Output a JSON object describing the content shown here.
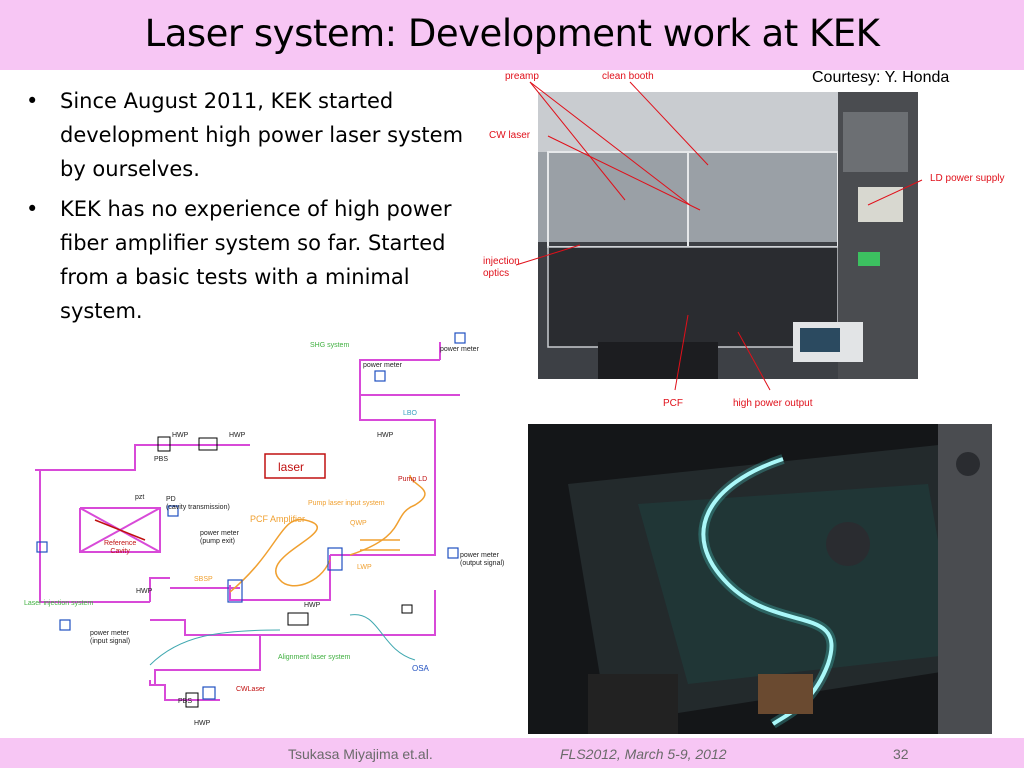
{
  "header": {
    "title": "Laser system: Development work at KEK"
  },
  "bullets": [
    "Since August 2011, KEK started development high power laser system by ourselves.",
    "KEK has no experience of high power fiber amplifier system so far. Started from a basic tests with a minimal system."
  ],
  "courtesy": "Courtesy: Y. Honda",
  "photo_callouts": {
    "preamp": "preamp",
    "clean_booth": "clean booth",
    "cw_laser": "CW laser",
    "ld_power_supply": "LD power supply",
    "injection_optics": "injection\noptics",
    "pcf": "PCF",
    "high_power_output": "high power output"
  },
  "diagram_labels": {
    "shg_system": "SHG system",
    "power_meter_1": "power meter",
    "power_meter_2": "power meter",
    "lbo": "LBO",
    "hwp_1": "HWP",
    "hwp_2": "HWP",
    "hwp_3": "HWP",
    "hwp_4": "HWP",
    "hwp_5": "HWP",
    "hwp_6": "HWP",
    "pbs_1": "PBS",
    "pbs_2": "PBS",
    "laser": "laser",
    "pump_ld": "Pump LD",
    "pump_laser_input": "Pump laser input system",
    "pzt": "pzt",
    "pd": "PD\n(cavity transmission)",
    "pcf_amplifier": "PCF Amplifier",
    "reference_cavity": "Reference\nCavity",
    "power_meter_pump": "power meter\n(pump exit)",
    "qwp": "QWP",
    "lwp": "LWP",
    "sbsp": "SBSP",
    "power_meter_output": "power meter\n(output signal)",
    "laser_injection_system": "Laser injection system",
    "power_meter_input": "power meter\n(input signal)",
    "alignment_laser_system": "Alignment laser system",
    "osa": "OSA",
    "cwlaser": "CWLaser"
  },
  "footer": {
    "author": "Tsukasa Miyajima et.al.",
    "conference": "FLS2012, March 5-9, 2012",
    "page": "32"
  },
  "colors": {
    "title_bg": "#f7c6f4",
    "callout_red": "#e0101a",
    "beam_magenta": "#d84ad8",
    "beam_orange": "#f0a030",
    "label_green": "#40b040"
  }
}
